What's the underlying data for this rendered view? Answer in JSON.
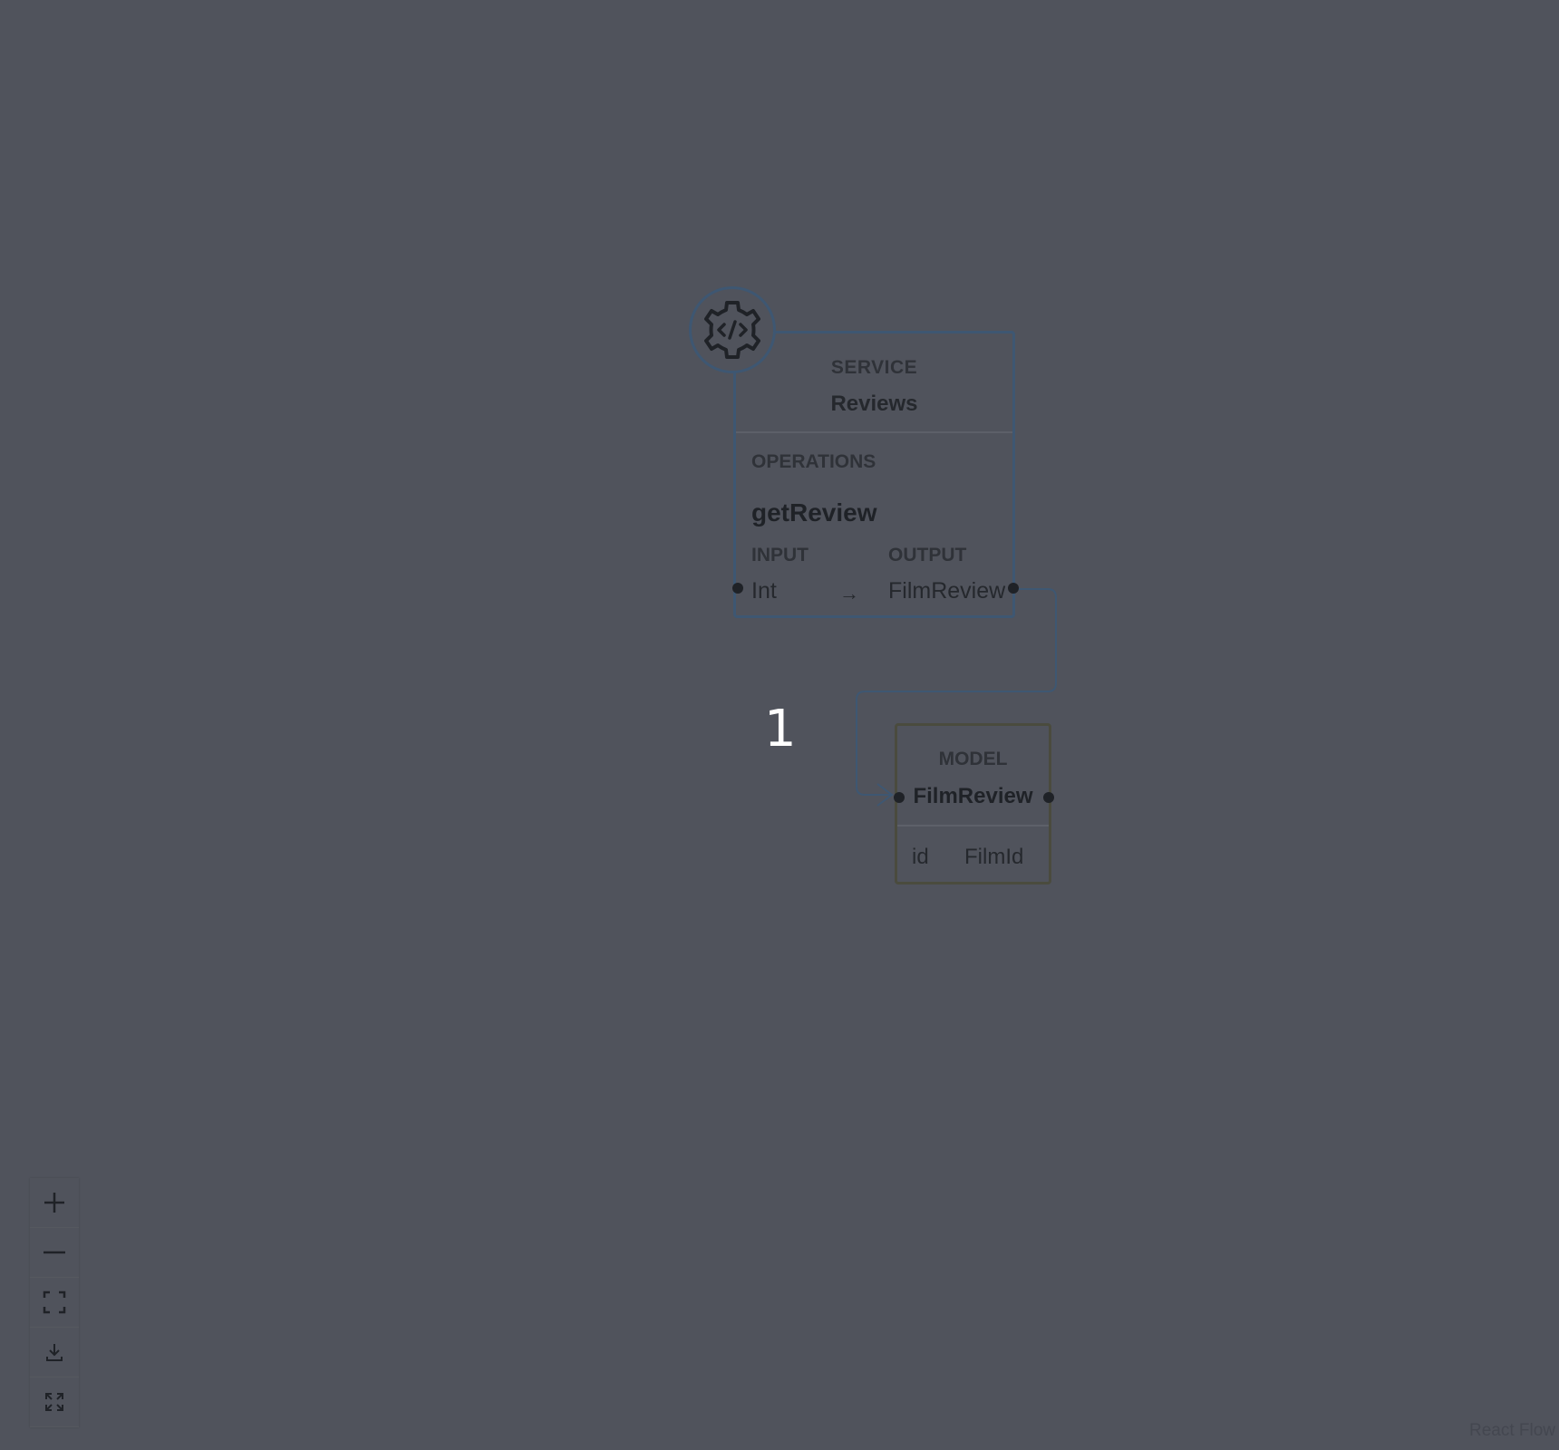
{
  "service": {
    "kind": "SERVICE",
    "name": "Reviews",
    "operations_label": "OPERATIONS",
    "operation": {
      "name": "getReview",
      "input_label": "INPUT",
      "output_label": "OUTPUT",
      "input_type": "Int",
      "arrow": "→",
      "output_type": "FilmReview"
    }
  },
  "model": {
    "kind": "MODEL",
    "name": "FilmReview",
    "fields": [
      {
        "name": "id",
        "type": "FilmId"
      }
    ]
  },
  "step_marker": "1",
  "controls": [
    "zoom-in",
    "zoom-out",
    "fit-view",
    "download",
    "fullscreen"
  ],
  "attribution": "React Flow",
  "colors": {
    "background": "#50535c",
    "service_border": "#3e5772",
    "model_border": "#4a4b3e",
    "edge": "#3e5772"
  }
}
